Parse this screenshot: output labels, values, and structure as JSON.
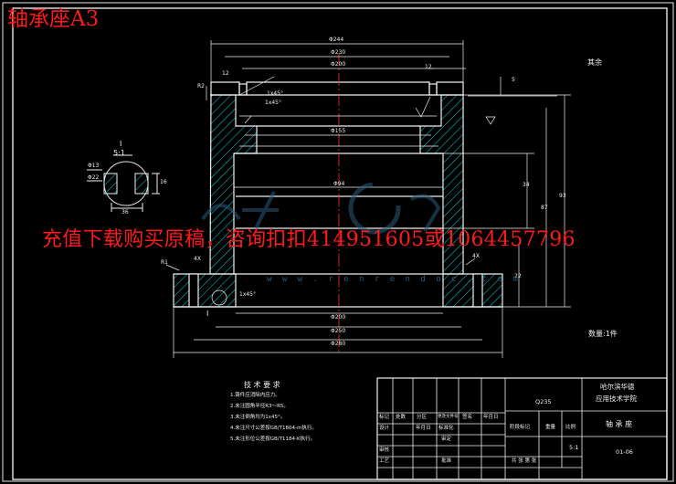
{
  "header": {
    "title": "轴承座A3"
  },
  "watermark": {
    "text": "充值下载购买原稿，咨询扣扣414951605或1064457796",
    "url": "w w w . r e n r e n d o c . c o m"
  },
  "drawing": {
    "surface_note": "其余",
    "detail_label": "I",
    "detail_scale": "5:1",
    "detail_callout": "I",
    "quantity_label": "数量:1件",
    "dims": {
      "d_outer_top": "Φ244",
      "d_top1": "Φ230",
      "d_top2": "Φ200",
      "d_mid": "Φ155",
      "d_core": "Φ94",
      "d_bot1": "Φ200",
      "d_bot2": "Φ250",
      "d_bot3": "Φ280",
      "h1": "34",
      "h2": "87",
      "h3": "93",
      "h4": "22",
      "h5": "5",
      "h6": "12",
      "h7": "12",
      "chamfer1": "1x45°",
      "chamfer2": "1x45°",
      "chamfer3": "1x45°",
      "r1": "R2",
      "r2": "R1",
      "m1": "4X",
      "m2": "4X",
      "det_r1": "Φ13",
      "det_r2": "Φ22",
      "det_w": "16",
      "det_h": "36"
    }
  },
  "tech_requirements": {
    "title": "技 术 要 求",
    "items": [
      "1.铸件应消除内应力。",
      "2.未注圆角半径R3～R5。",
      "3.未注倒角均为1x45°。",
      "4.未注尺寸公差按GB/T1804-m执行。",
      "5.未注形位公差按GB/T1184-K执行。"
    ]
  },
  "title_block": {
    "material": "Q235",
    "school_line1": "哈尔滨华德",
    "school_line2": "应用技术学院",
    "part_name": "轴 承 座",
    "drawing_no": "01-06",
    "scale_value": "5:1",
    "headers": [
      "标记",
      "处数",
      "分区",
      "更改文件号",
      "签名",
      "年月日"
    ],
    "rows": [
      "设计",
      "审核",
      "工艺"
    ],
    "std": "标准化",
    "std2": "批准",
    "approve": "审定",
    "stage_label": "阶段标记",
    "weight_label": "重量",
    "ratio_label": "比例",
    "sheet_label": "共  张  第  张",
    "date_label": "年月日"
  }
}
